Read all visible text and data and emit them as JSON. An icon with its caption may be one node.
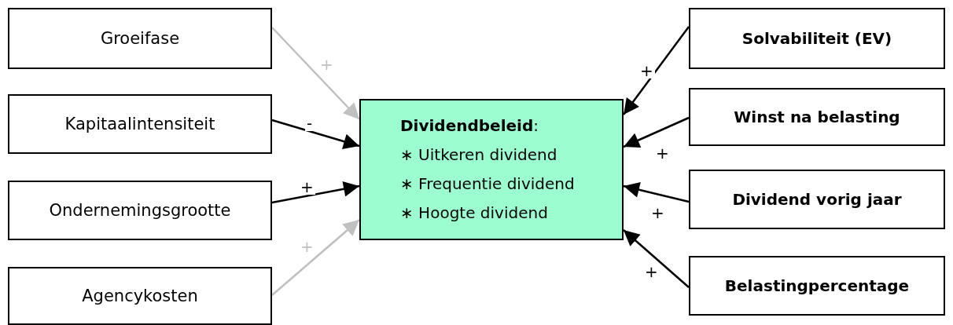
{
  "diagram": {
    "nodes": [
      {
        "text": [
          "Groeifase"
        ]
      },
      {
        "text": [
          "Kapitaalintensiteit"
        ]
      },
      {
        "text": [
          "Ondernemingsgrootte"
        ]
      },
      {
        "text": [
          "Agencykosten"
        ]
      },
      {
        "text": [
          "**Dividendbeleid**:",
          "∗ Uitkeren dividend",
          "∗ Frequentie dividend",
          "∗ Hoogte dividend"
        ]
      },
      {
        "text": [
          "Solvabiliteit (EV)"
        ]
      },
      {
        "text": [
          "Winst na belasting"
        ]
      },
      {
        "text": [
          "Dividend vorig jaar"
        ]
      },
      {
        "text": [
          "Belastingpercentage"
        ]
      }
    ],
    "edges": [
      {
        "from": 0,
        "to": 4,
        "arrow": "to",
        "label": "+",
        "color": "#c0c0c0"
      },
      {
        "from": 1,
        "to": 4,
        "arrow": "to",
        "label": "-"
      },
      {
        "from": 2,
        "to": 4,
        "arrow": "to",
        "label": "+"
      },
      {
        "from": 3,
        "to": 4,
        "arrow": "to",
        "label": "+",
        "color": "#c0c0c0"
      },
      {
        "from": 5,
        "to": 4,
        "arrow": "to",
        "label": "+"
      },
      {
        "from": 6,
        "to": 4,
        "arrow": "to",
        "label": "+"
      },
      {
        "from": 7,
        "to": 4,
        "arrow": "to",
        "label": "+"
      },
      {
        "from": 8,
        "to": 4,
        "arrow": "to",
        "label": "+"
      }
    ]
  }
}
